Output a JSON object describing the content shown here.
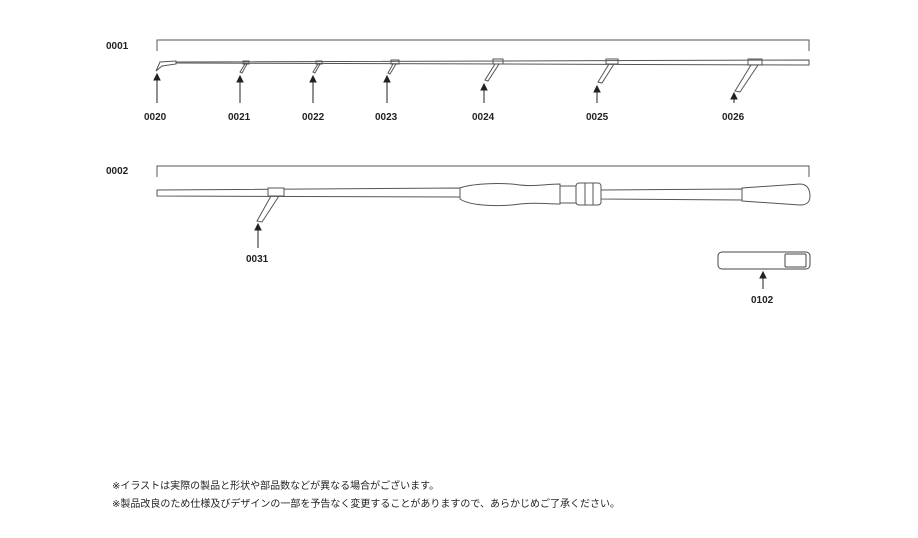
{
  "sections": [
    {
      "id": "0001",
      "parts": [
        "0020",
        "0021",
        "0022",
        "0023",
        "0024",
        "0025",
        "0026"
      ]
    },
    {
      "id": "0002",
      "parts": [
        "0031"
      ]
    }
  ],
  "extra_part": "0102",
  "notes": [
    "※イラストは実際の製品と形状や部品数などが異なる場合がございます。",
    "※製品改良のため仕様及びデザインの一部を予告なく変更することがありますので、あらかじめご了承ください。"
  ],
  "colors": {
    "line": "#444444",
    "text": "#222222"
  }
}
